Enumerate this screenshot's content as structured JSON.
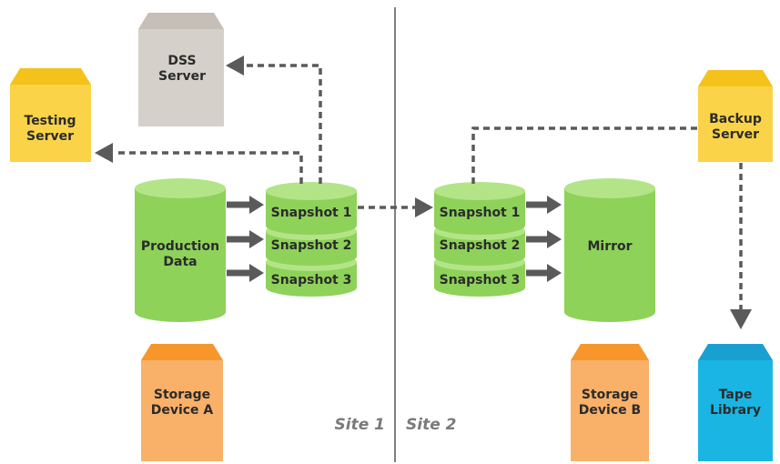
{
  "colors": {
    "yellow": "#fbd349",
    "yellow_tab": "#f4c21b",
    "gray": "#d5d0c9",
    "gray_tab": "#c5bfb7",
    "orange": "#f9b068",
    "orange_tab": "#f6962b",
    "blue": "#1ab5e3",
    "blue_tab": "#1aa0d0",
    "green_body": "#8ed25a",
    "green_side": "#7dbf4b",
    "green_top": "#b4e488",
    "arrow": "#5a5a5a",
    "text": "#2b2b2b",
    "site_text": "#7a7a7a"
  },
  "servers": {
    "dss": {
      "line1": "DSS",
      "line2": "Server"
    },
    "testing": {
      "line1": "Testing",
      "line2": "Server"
    },
    "backup": {
      "line1": "Backup",
      "line2": "Server"
    }
  },
  "storage": {
    "device_a": {
      "line1": "Storage",
      "line2": "Device A"
    },
    "device_b": {
      "line1": "Storage",
      "line2": "Device B"
    },
    "tape": {
      "line1": "Tape",
      "line2": "Library"
    }
  },
  "databases": {
    "production": {
      "line1": "Production",
      "line2": "Data"
    },
    "mirror": {
      "label": "Mirror"
    }
  },
  "snapshots_site1": [
    "Snapshot 1",
    "Snapshot 2",
    "Snapshot 3"
  ],
  "snapshots_site2": [
    "Snapshot 1",
    "Snapshot 2",
    "Snapshot 3"
  ],
  "sites": {
    "site1": "Site 1",
    "site2": "Site 2"
  }
}
